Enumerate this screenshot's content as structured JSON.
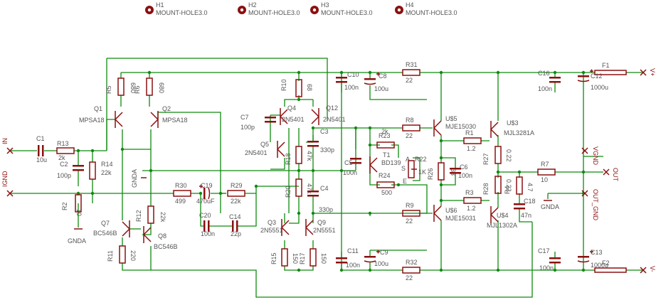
{
  "mount_holes": [
    {
      "name": "H1",
      "value": "MOUNT-HOLE3.0"
    },
    {
      "name": "H2",
      "value": "MOUNT-HOLE3.0"
    },
    {
      "name": "H3",
      "value": "MOUNT-HOLE3.0"
    },
    {
      "name": "H4",
      "value": "MOUNT-HOLE3.0"
    }
  ],
  "resistors": [
    {
      "name": "R5",
      "value": "680"
    },
    {
      "name": "R6",
      "value": "680"
    },
    {
      "name": "R10",
      "value": "68"
    },
    {
      "name": "R13",
      "value": "2k"
    },
    {
      "name": "R14",
      "value": "22k"
    },
    {
      "name": "R2",
      "value": "10"
    },
    {
      "name": "R12",
      "value": "22k"
    },
    {
      "name": "R11",
      "value": "220"
    },
    {
      "name": "R30",
      "value": "499"
    },
    {
      "name": "R29",
      "value": "22k"
    },
    {
      "name": "R18",
      "value": "47k"
    },
    {
      "name": "R20",
      "value": "47k"
    },
    {
      "name": "R15",
      "value": "150"
    },
    {
      "name": "R17",
      "value": "150"
    },
    {
      "name": "R31",
      "value": "22"
    },
    {
      "name": "R8",
      "value": "22"
    },
    {
      "name": "R23",
      "value": "2k"
    },
    {
      "name": "R24",
      "value": "500"
    },
    {
      "name": "R9",
      "value": "22"
    },
    {
      "name": "R32",
      "value": "22"
    },
    {
      "name": "R1",
      "value": "1.2"
    },
    {
      "name": "R3",
      "value": "1.2"
    },
    {
      "name": "R26",
      "value": "33"
    },
    {
      "name": "R27",
      "value": "0.22"
    },
    {
      "name": "R28",
      "value": "0.22"
    },
    {
      "name": "R4",
      "value": "4.7"
    },
    {
      "name": "R7",
      "value": "10"
    }
  ],
  "pot": {
    "name": "R22",
    "value": "1K",
    "pins": [
      "A",
      "S",
      "E"
    ]
  },
  "capacitors": [
    {
      "name": "C1",
      "value": "10u"
    },
    {
      "name": "C2",
      "value": "100p"
    },
    {
      "name": "C7",
      "value": "100p"
    },
    {
      "name": "C19",
      "value": "470uF"
    },
    {
      "name": "C20",
      "value": "100n"
    },
    {
      "name": "C14",
      "value": "22p"
    },
    {
      "name": "C3",
      "value": "330p"
    },
    {
      "name": "C4",
      "value": "330p"
    },
    {
      "name": "C10",
      "value": "100n"
    },
    {
      "name": "C8",
      "value": "100u"
    },
    {
      "name": "C11",
      "value": "100n"
    },
    {
      "name": "C9",
      "value": "100u"
    },
    {
      "name": "C5",
      "value": "100n"
    },
    {
      "name": "C6",
      "value": "100n"
    },
    {
      "name": "C18",
      "value": "47n"
    },
    {
      "name": "C16",
      "value": "100n"
    },
    {
      "name": "C12",
      "value": "1000u"
    },
    {
      "name": "C17",
      "value": "100n"
    },
    {
      "name": "C13",
      "value": "1000u"
    }
  ],
  "transistors": [
    {
      "name": "Q1",
      "value": "MPSA18"
    },
    {
      "name": "Q2",
      "value": "MPSA18"
    },
    {
      "name": "Q7",
      "value": "BC546B"
    },
    {
      "name": "Q8",
      "value": "BC546B"
    },
    {
      "name": "Q4",
      "value": "2N5401"
    },
    {
      "name": "Q12",
      "value": "2N5401"
    },
    {
      "name": "Q5",
      "value": "2N5401"
    },
    {
      "name": "Q3",
      "value": "2N5551"
    },
    {
      "name": "Q9",
      "value": "2N5551"
    },
    {
      "name": "T1",
      "value": "BD139"
    },
    {
      "name": "U$5",
      "value": "MJE15030"
    },
    {
      "name": "U$6",
      "value": "MJE15031"
    },
    {
      "name": "U$3",
      "value": "MJL3281A"
    },
    {
      "name": "U$4",
      "value": "MJL1302A"
    }
  ],
  "fuses": [
    {
      "name": "F1"
    },
    {
      "name": "F2"
    }
  ],
  "ports": {
    "in": "IN",
    "ignd": "IGND",
    "vplus": "V+",
    "vminus": "V-",
    "vgnd": "VGND",
    "out": "OUT",
    "out_gnd": "OUT_GND"
  },
  "grounds": {
    "gnda": "GNDA"
  }
}
